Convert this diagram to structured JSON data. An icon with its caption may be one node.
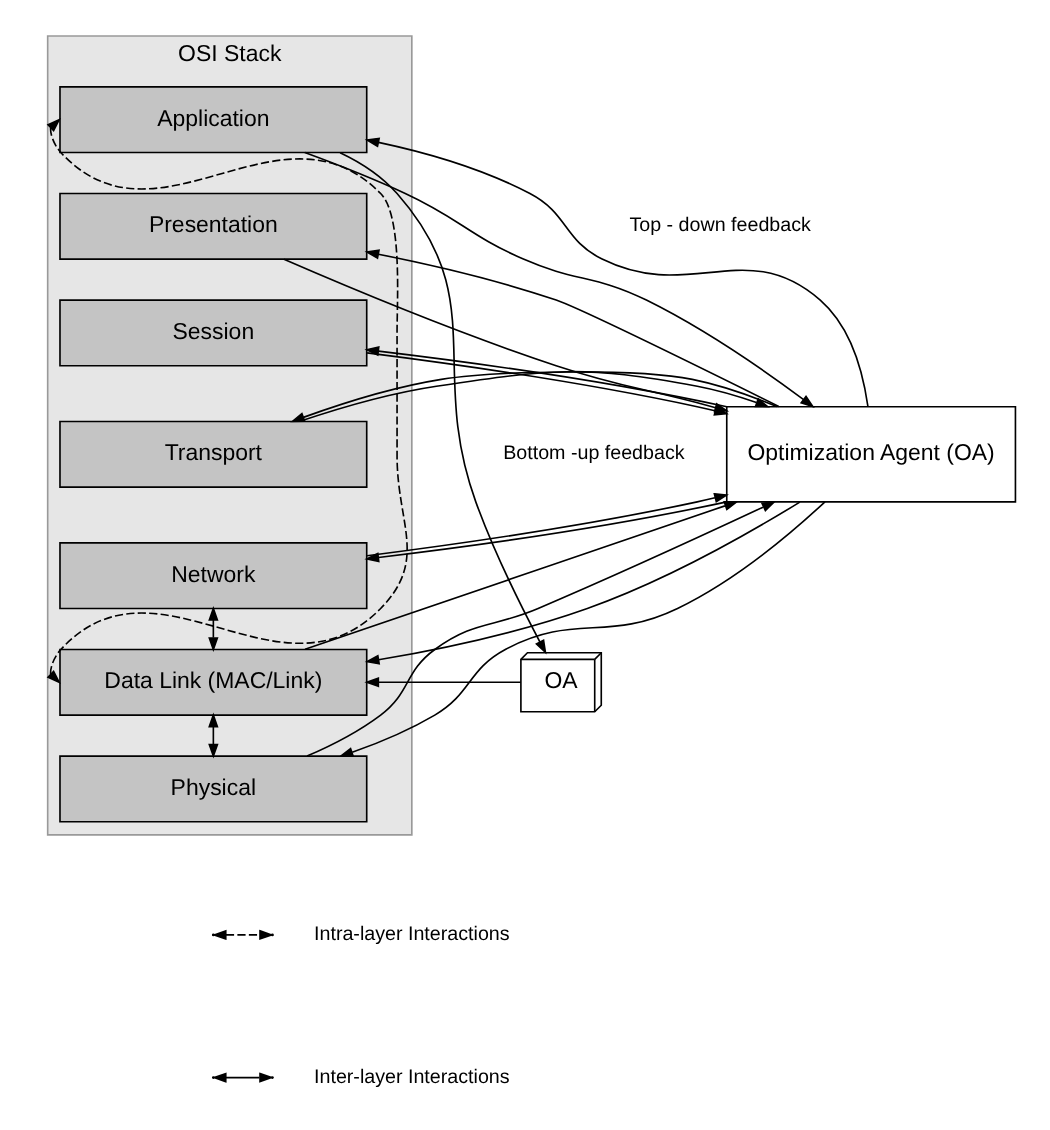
{
  "diagram": {
    "nodes": [
      {
        "text": [
          "OSI Stack"
        ]
      },
      {
        "text": [
          "Application"
        ],
        "in": 0
      },
      {
        "text": [
          "Presentation"
        ],
        "in": 0
      },
      {
        "text": [
          "Session"
        ],
        "in": 0
      },
      {
        "text": [
          "Transport"
        ],
        "in": 0
      },
      {
        "text": [
          "Network"
        ],
        "in": 0
      },
      {
        "text": [
          "Data Link (MAC/Link)"
        ],
        "in": 0
      },
      {
        "text": [
          "Physical"
        ],
        "in": 0
      },
      {
        "text": [
          "Optimization Agent (OA)"
        ]
      },
      {
        "text": [
          "OA"
        ]
      }
    ],
    "edges": [
      {
        "from": 8,
        "to": 1,
        "arrow": "to"
      },
      {
        "from": 1,
        "to": 8,
        "arrow": "to"
      },
      {
        "from": 8,
        "to": 2,
        "arrow": "to"
      },
      {
        "from": 2,
        "to": 8,
        "arrow": "to"
      },
      {
        "from": 8,
        "to": 3,
        "arrow": "to"
      },
      {
        "from": 3,
        "to": 8,
        "arrow": "to"
      },
      {
        "from": 8,
        "to": 4,
        "arrow": "to"
      },
      {
        "from": 4,
        "to": 8,
        "arrow": "to"
      },
      {
        "from": 8,
        "to": 5,
        "arrow": "to"
      },
      {
        "from": 5,
        "to": 8,
        "arrow": "to"
      },
      {
        "from": 8,
        "to": 6,
        "arrow": "to"
      },
      {
        "from": 6,
        "to": 8,
        "arrow": "to"
      },
      {
        "from": 8,
        "to": 7,
        "arrow": "to"
      },
      {
        "from": 7,
        "to": 8,
        "arrow": "to"
      },
      {
        "from": 6,
        "to": 1,
        "arrow": "both",
        "style": "dashed"
      },
      {
        "from": 5,
        "to": 6,
        "arrow": "both"
      },
      {
        "from": 6,
        "to": 7,
        "arrow": "both"
      },
      {
        "from": 9,
        "to": 6,
        "arrow": "to"
      },
      {
        "from": 1,
        "to": 9,
        "arrow": "to"
      }
    ],
    "labels": [
      "Top - down feedback",
      "Bottom -up feedback"
    ],
    "legend": [
      {
        "text": "Intra-layer Interactions"
      },
      {
        "text": "Inter-layer Interactions"
      }
    ]
  }
}
